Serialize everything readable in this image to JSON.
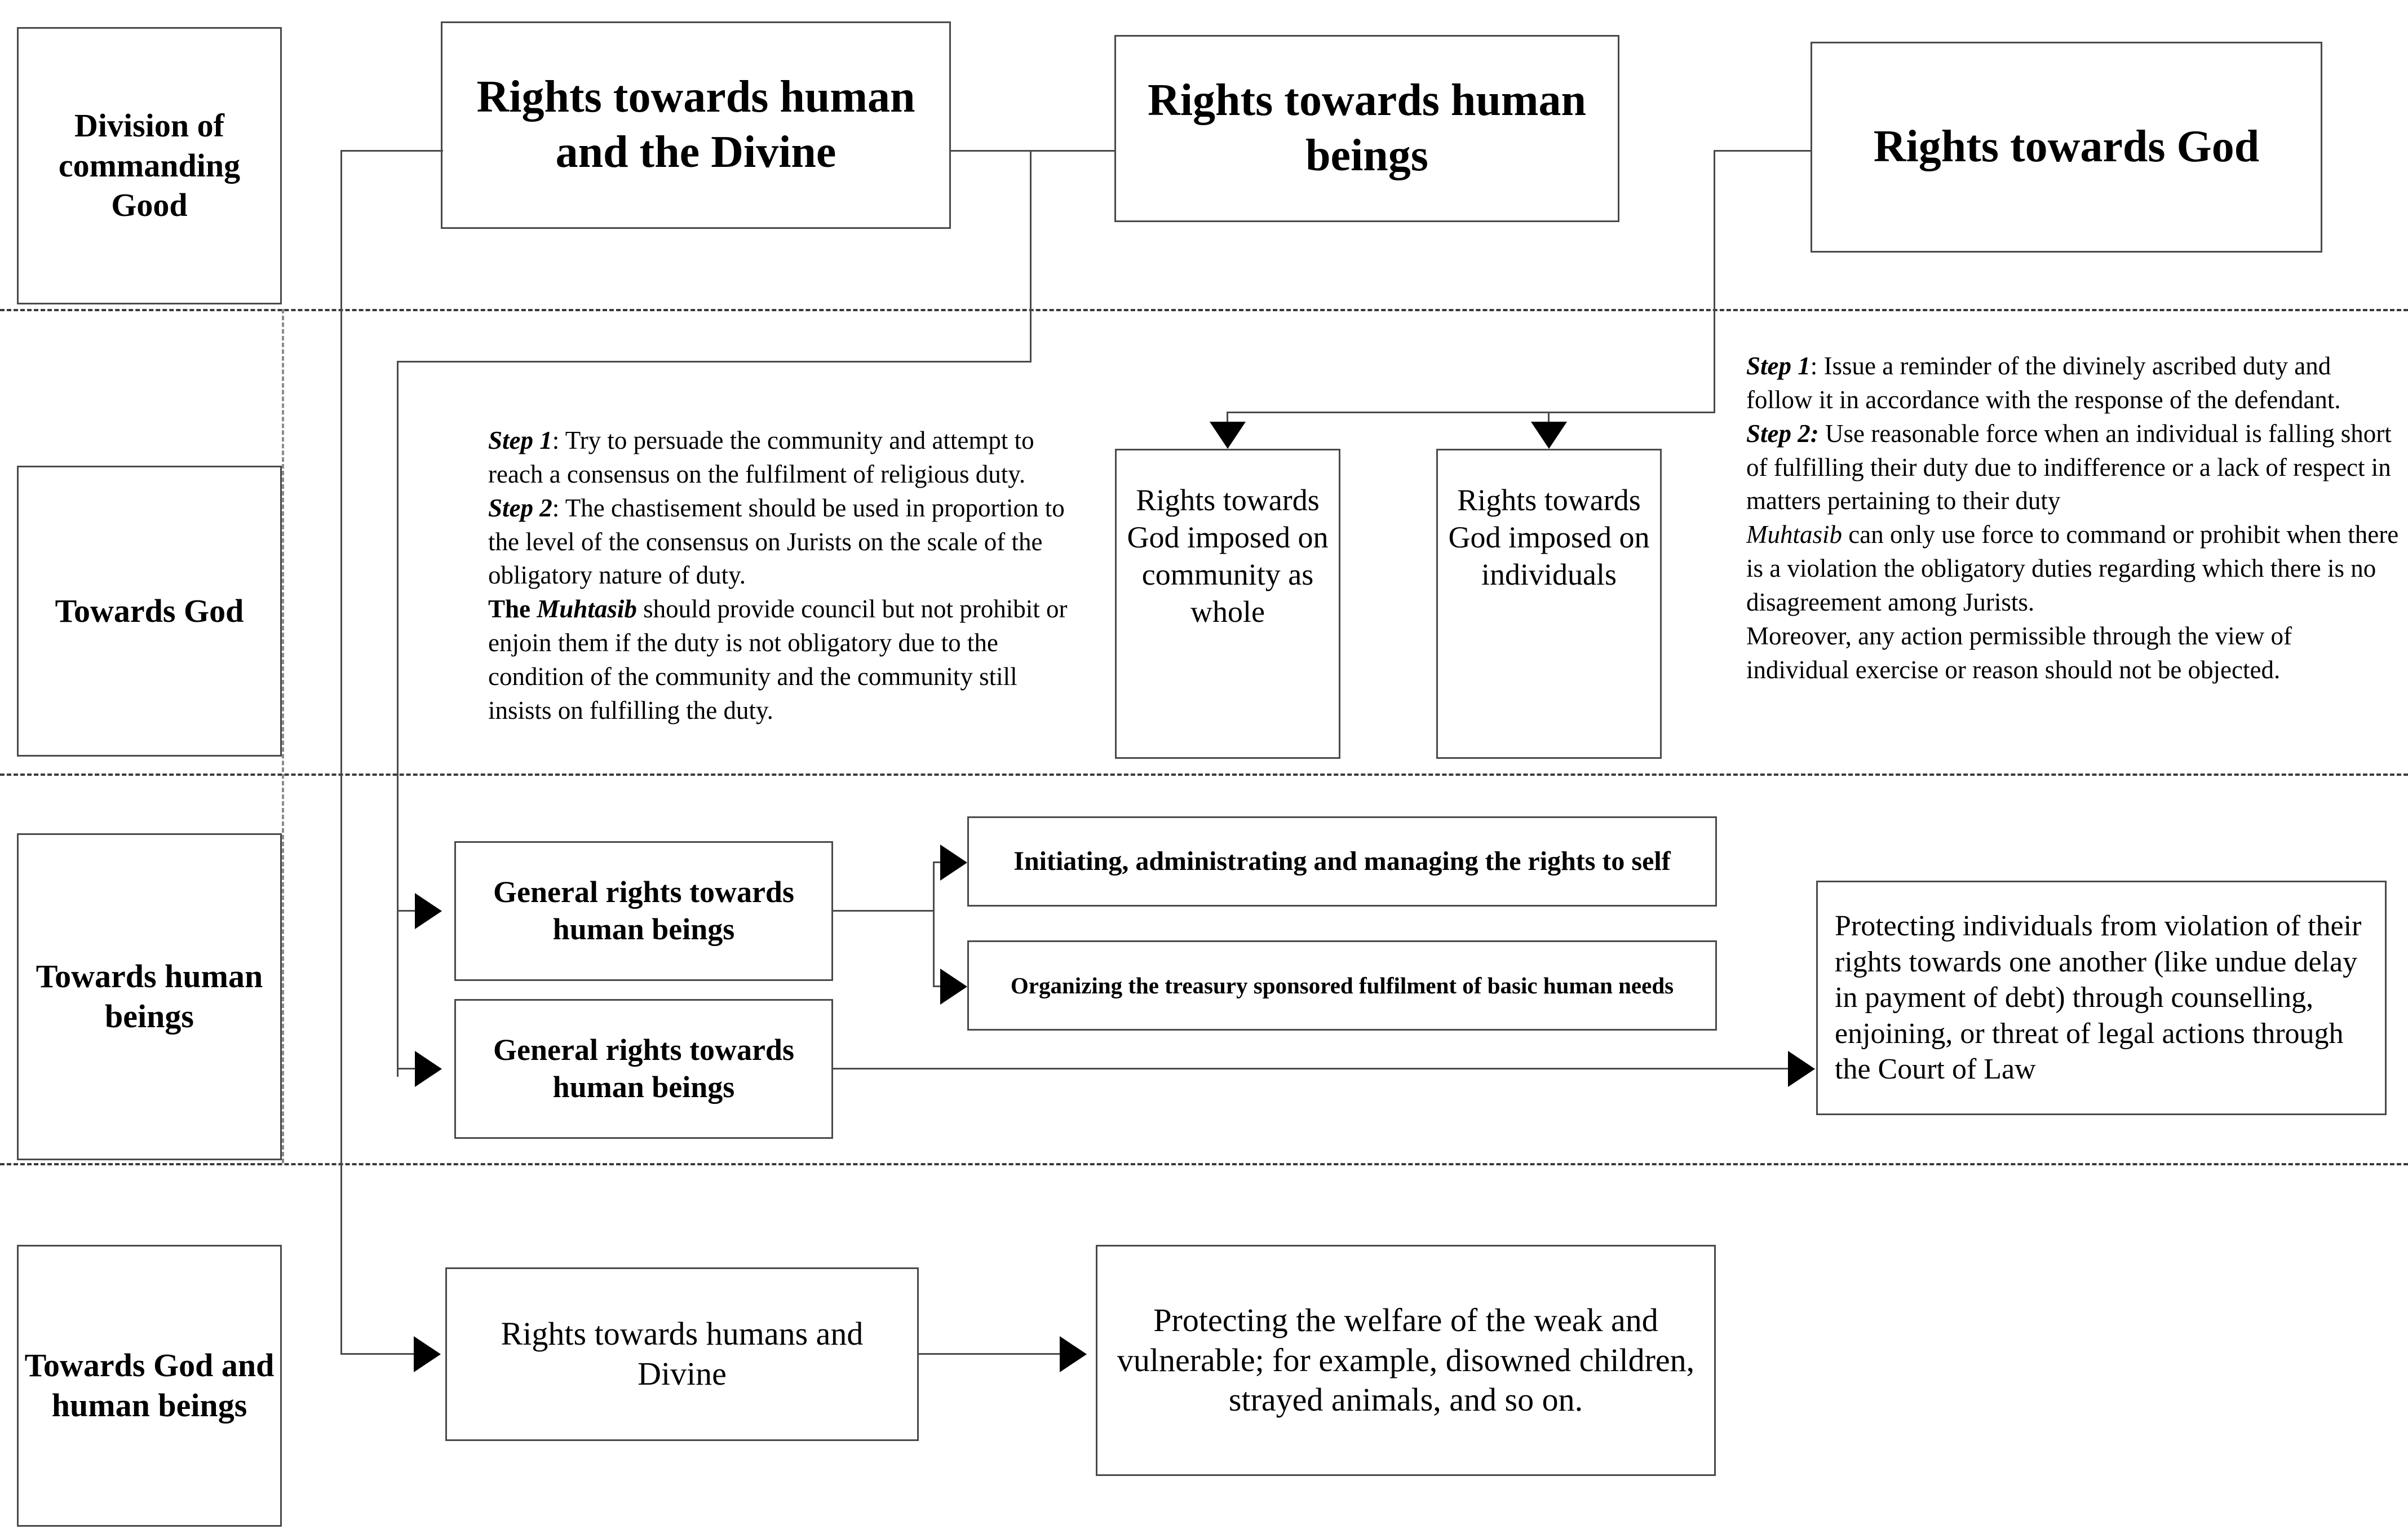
{
  "title": "Division of commanding Good",
  "header": {
    "division": "Division of\ncommanding\nGood",
    "division_label": "Division of commanding Good",
    "rights_human_divine": "Rights towards human and the Divine",
    "rights_human_beings": "Rights towards human beings",
    "rights_god": "Rights towards God"
  },
  "rows": {
    "towards_god": "Towards God",
    "towards_human_beings": "Towards human beings",
    "towards_god_and_human_beings": "Towards God and human beings"
  },
  "towards_god_row": {
    "left_text_html": "<b><i>Step 1</i></b>: Try to persuade the community and attempt to reach a consensus on the fulfilment of religious duty.<br><b><i>Step 2</i></b>: The chastisement should be used in proportion to the level of the consensus on Jurists on the scale of the obligatory nature of duty.<br><b>The <i>Muhtasib</i></b> should provide council but not prohibit or enjoin them if the duty is not obligatory due to the condition of the community and the community still insists on fulfilling the duty.",
    "left_text_plain": "Step 1: Try to persuade the community and attempt to reach a consensus on the fulfilment of religious duty. Step 2: The chastisement should be used in proportion to the level of the consensus on Jurists on the scale of the obligatory nature of duty. The Muhtasib should provide council but not prohibit or enjoin them if the duty is not obligatory due to the condition of the community and the community still insists on fulfilling the duty.",
    "right_text_html": "<b><i>Step 1</i></b>: Issue a reminder of the divinely ascribed duty and follow it in accordance with the response of the defendant.<br><b><i>Step 2:</i></b> Use reasonable force when an individual is falling short of fulfilling their duty due to indifference or a lack of respect in matters pertaining to their duty<br><i>Muhtasib</i> can only use force to command or prohibit when there is a violation the obligatory duties regarding which there is no disagreement among Jurists.<br>Moreover, any action permissible through the view of individual exercise or reason should not be objected.",
    "right_text_plain": "Step 1: Issue a reminder of the divinely ascribed duty and follow it in accordance with the response of the defendant. Step 2: Use reasonable force when an individual is falling short of fulfilling their duty due to indifference or a lack of respect in matters pertaining to their duty Muhtasib can only use force to command or prohibit when there is a violation the obligatory duties regarding which there is no disagreement among Jurists. Moreover, any action permissible through the view of individual exercise or reason should not be objected.",
    "box_community": "Rights towards God imposed on community as whole",
    "box_individuals": "Rights towards God imposed on individuals"
  },
  "towards_human_row": {
    "general_rights_1": "General rights towards human beings",
    "general_rights_2": "General rights towards human beings",
    "initiating": "Initiating, administrating and managing the rights to self",
    "treasury": "Organizing the treasury  sponsored fulfilment of basic human needs",
    "protecting_individuals": "Protecting individuals from violation of their rights towards one another (like undue delay in payment of debt) through counselling, enjoining, or threat of legal actions through the Court of Law"
  },
  "towards_both_row": {
    "rights_humans_divine": "Rights towards humans and Divine",
    "protecting_welfare": "Protecting the welfare of the weak and vulnerable;  for example, disowned children, strayed animals, and so on."
  },
  "colors": {
    "border": "#4a4a4a",
    "text": "#000000",
    "background": "#ffffff",
    "dashed_separator": "#3a3a3a"
  }
}
